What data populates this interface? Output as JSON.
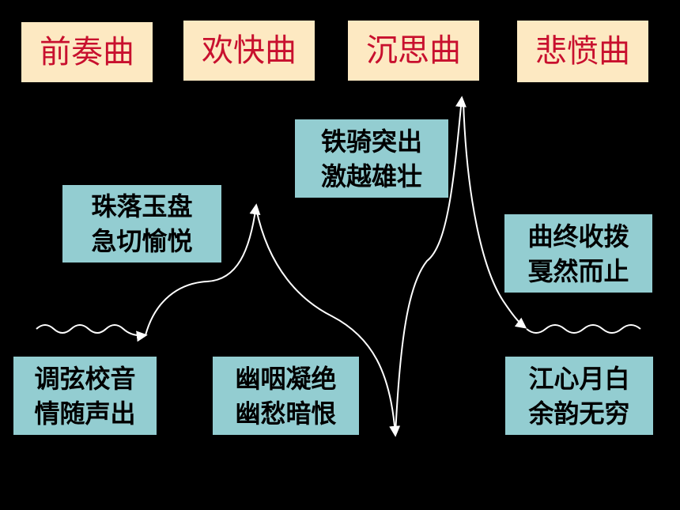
{
  "headings": {
    "prelude": "前奏曲",
    "joyful": "欢快曲",
    "pensive": "沉思曲",
    "sorrowful": "悲愤曲"
  },
  "notes": {
    "tuning": {
      "line1": "调弦校音",
      "line2": "情随声出"
    },
    "pearls": {
      "line1": "珠落玉盘",
      "line2": "急切愉悦"
    },
    "silence": {
      "line1": "幽咽凝绝",
      "line2": "幽愁暗恨"
    },
    "cavalry": {
      "line1": "铁骑突出",
      "line2": "激越雄壮"
    },
    "ending": {
      "line1": "曲终收拨",
      "line2": "戛然而止"
    },
    "moon": {
      "line1": "江心月白",
      "line2": "余韵无穷"
    }
  },
  "colors": {
    "background": "#000000",
    "heading_bg": "#fde9c2",
    "heading_text": "#c8102e",
    "note_bg": "#93cdd1",
    "curve": "#ffffff"
  }
}
